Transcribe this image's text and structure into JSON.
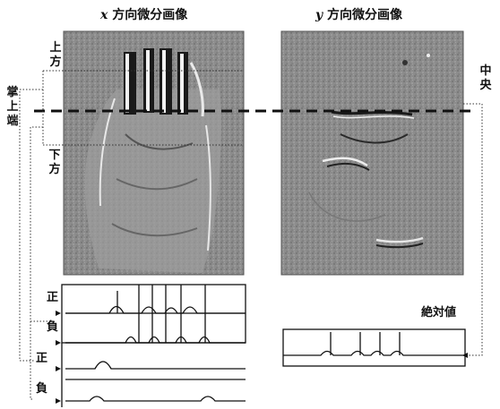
{
  "titles": {
    "x_image": "x 方向微分画像",
    "x_var": "x",
    "x_rest": " 方向微分画像",
    "y_var": "y",
    "y_rest": " 方向微分画像"
  },
  "labels": {
    "upper": "上方",
    "lower": "下方",
    "palm_edge": "掌上端",
    "center": "中央",
    "positive_1": "正",
    "negative_1": "負",
    "positive_2": "正",
    "negative_2": "負",
    "absolute_value": "絶対値"
  },
  "colors": {
    "image_gray": "#8a8a8a",
    "line": "#111111",
    "dotted": "#333333"
  }
}
